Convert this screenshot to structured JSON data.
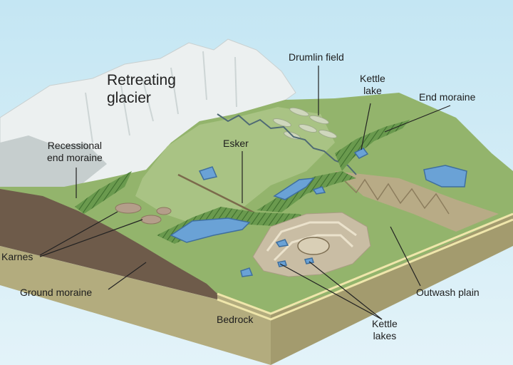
{
  "labels": {
    "retreating_glacier": [
      "Retreating",
      "glacier"
    ],
    "drumlin_field": "Drumlin field",
    "kettle_lake": [
      "Kettle",
      "lake"
    ],
    "end_moraine": "End moraine",
    "esker": "Esker",
    "recessional_end_moraine": [
      "Recessional",
      "end moraine"
    ],
    "karnes": "Karnes",
    "ground_moraine": "Ground moraine",
    "bedrock": "Bedrock",
    "outwash_plain": "Outwash plain",
    "kettle_lakes": [
      "Kettle",
      "lakes"
    ]
  },
  "colors": {
    "sky": "#cfeaf4",
    "ice": "#e9eeee",
    "ice_shadow": "#b9c3c3",
    "plain": "#93b46c",
    "plain_light": "#b3c98a",
    "moraine": "#5f8e45",
    "water": "#6aa2d6",
    "bedrock_front": "#b3ac7e",
    "bedrock_side": "#9a9367",
    "soil": "#6e5b4a",
    "sand": "#c7bba2",
    "strata": "#e7dc9d"
  }
}
